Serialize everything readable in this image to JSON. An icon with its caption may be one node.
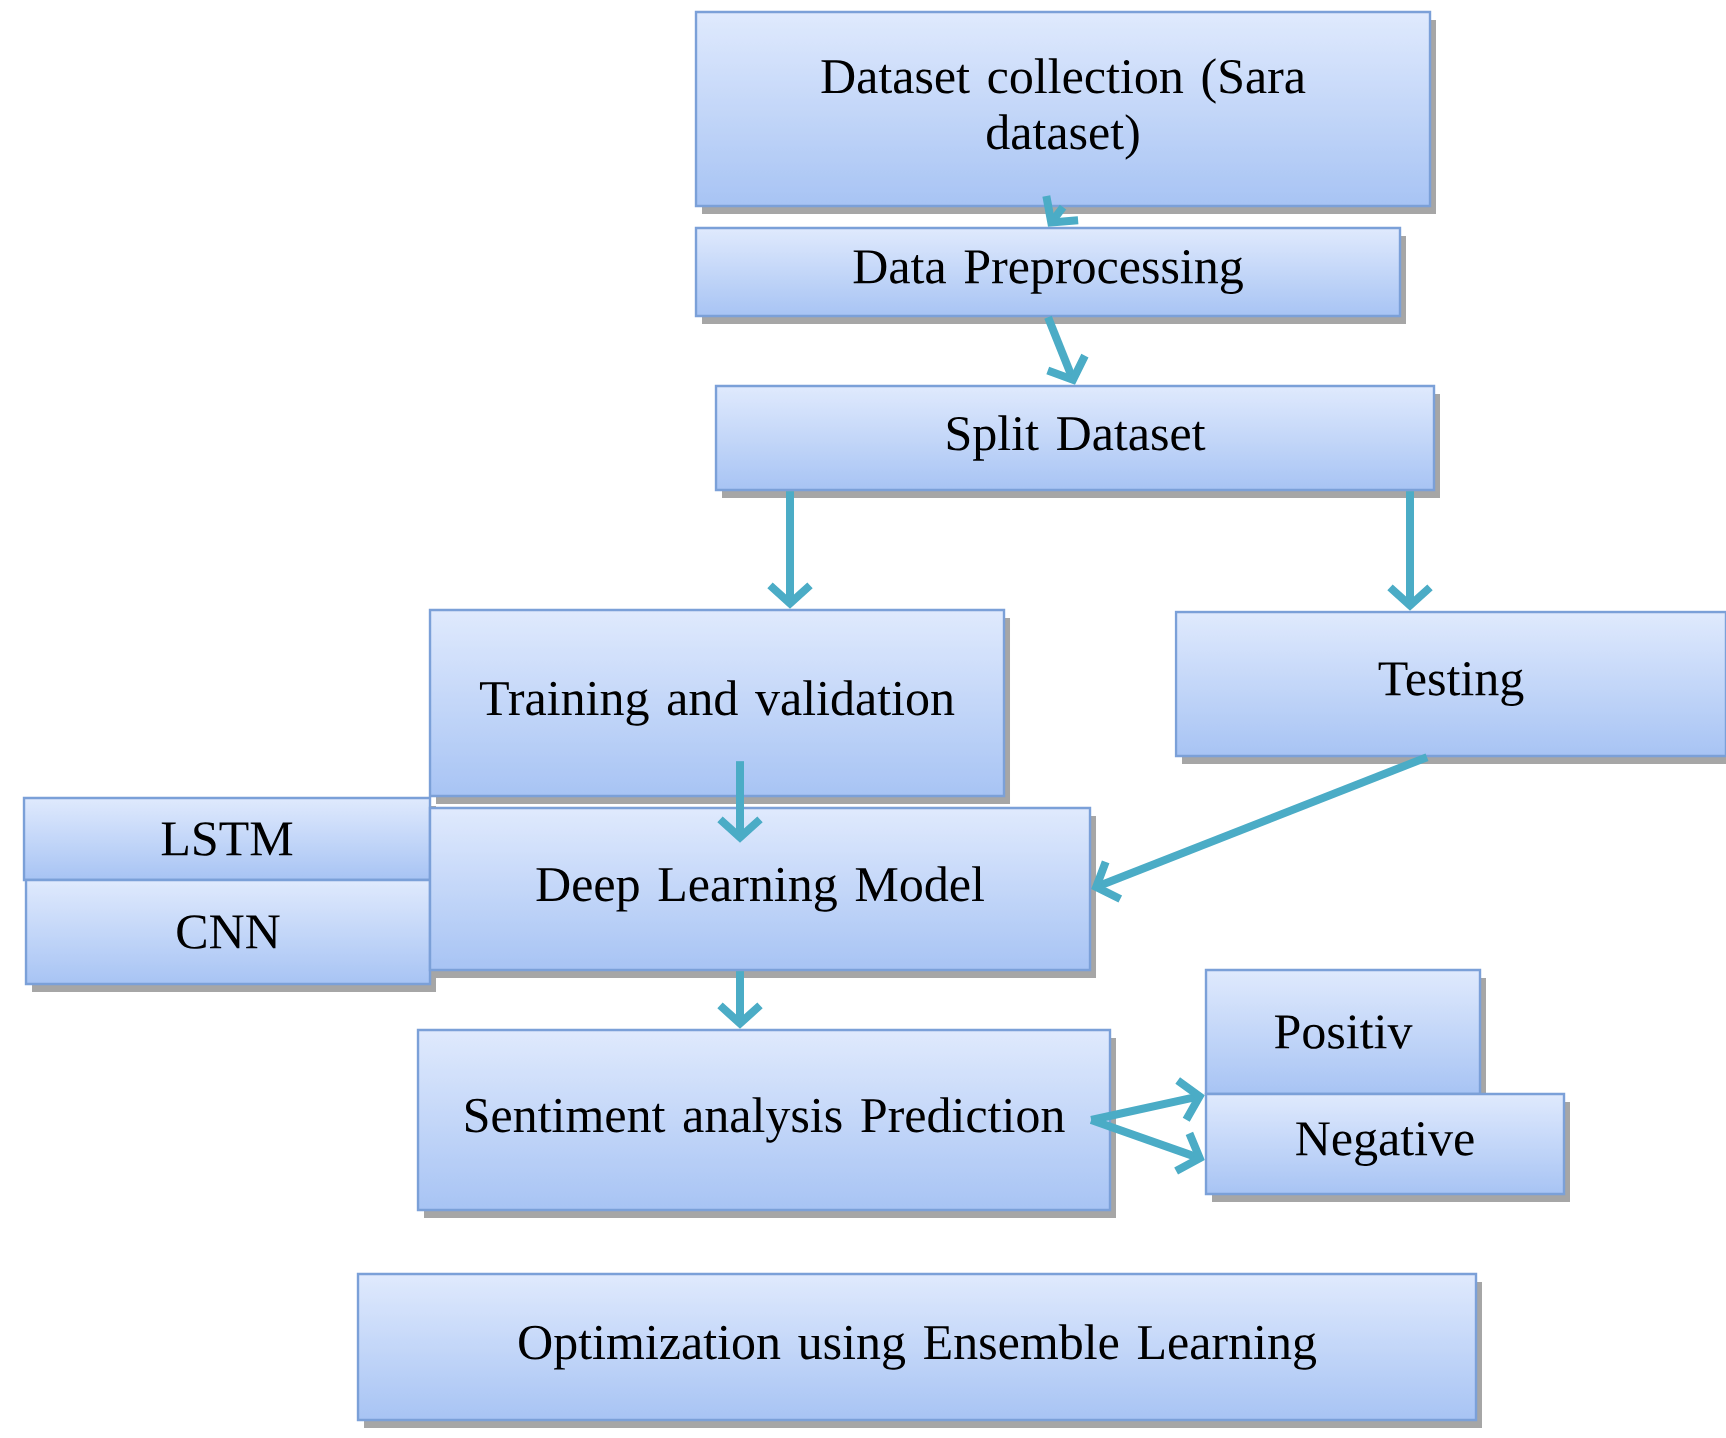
{
  "diagram": {
    "nodes": [
      {
        "text": [
          "Dataset collection (Sara dataset)"
        ]
      },
      {
        "text": [
          "Data Preprocessing"
        ]
      },
      {
        "text": [
          "Split Dataset"
        ]
      },
      {
        "text": [
          "Training and validation"
        ]
      },
      {
        "text": [
          "Testing"
        ]
      },
      {
        "text": [
          "LSTM"
        ]
      },
      {
        "text": [
          "CNN"
        ]
      },
      {
        "text": [
          "Deep Learning Model"
        ]
      },
      {
        "text": [
          "Sentiment analysis Prediction"
        ]
      },
      {
        "text": [
          "Positiv"
        ]
      },
      {
        "text": [
          "Negative"
        ]
      },
      {
        "text": [
          "Optimization using Ensemble Learning"
        ]
      }
    ],
    "edges": [
      {
        "from": 0,
        "to": 1,
        "arrow": "to"
      },
      {
        "from": 1,
        "to": 2,
        "arrow": "to"
      },
      {
        "from": 2,
        "to": 3,
        "arrow": "to"
      },
      {
        "from": 2,
        "to": 4,
        "arrow": "to"
      },
      {
        "from": 3,
        "to": 7,
        "arrow": "to"
      },
      {
        "from": 4,
        "to": 7,
        "arrow": "to"
      },
      {
        "from": 7,
        "to": 8,
        "arrow": "to"
      },
      {
        "from": 8,
        "to": 9,
        "arrow": "to"
      },
      {
        "from": 8,
        "to": 10,
        "arrow": "to"
      }
    ]
  }
}
